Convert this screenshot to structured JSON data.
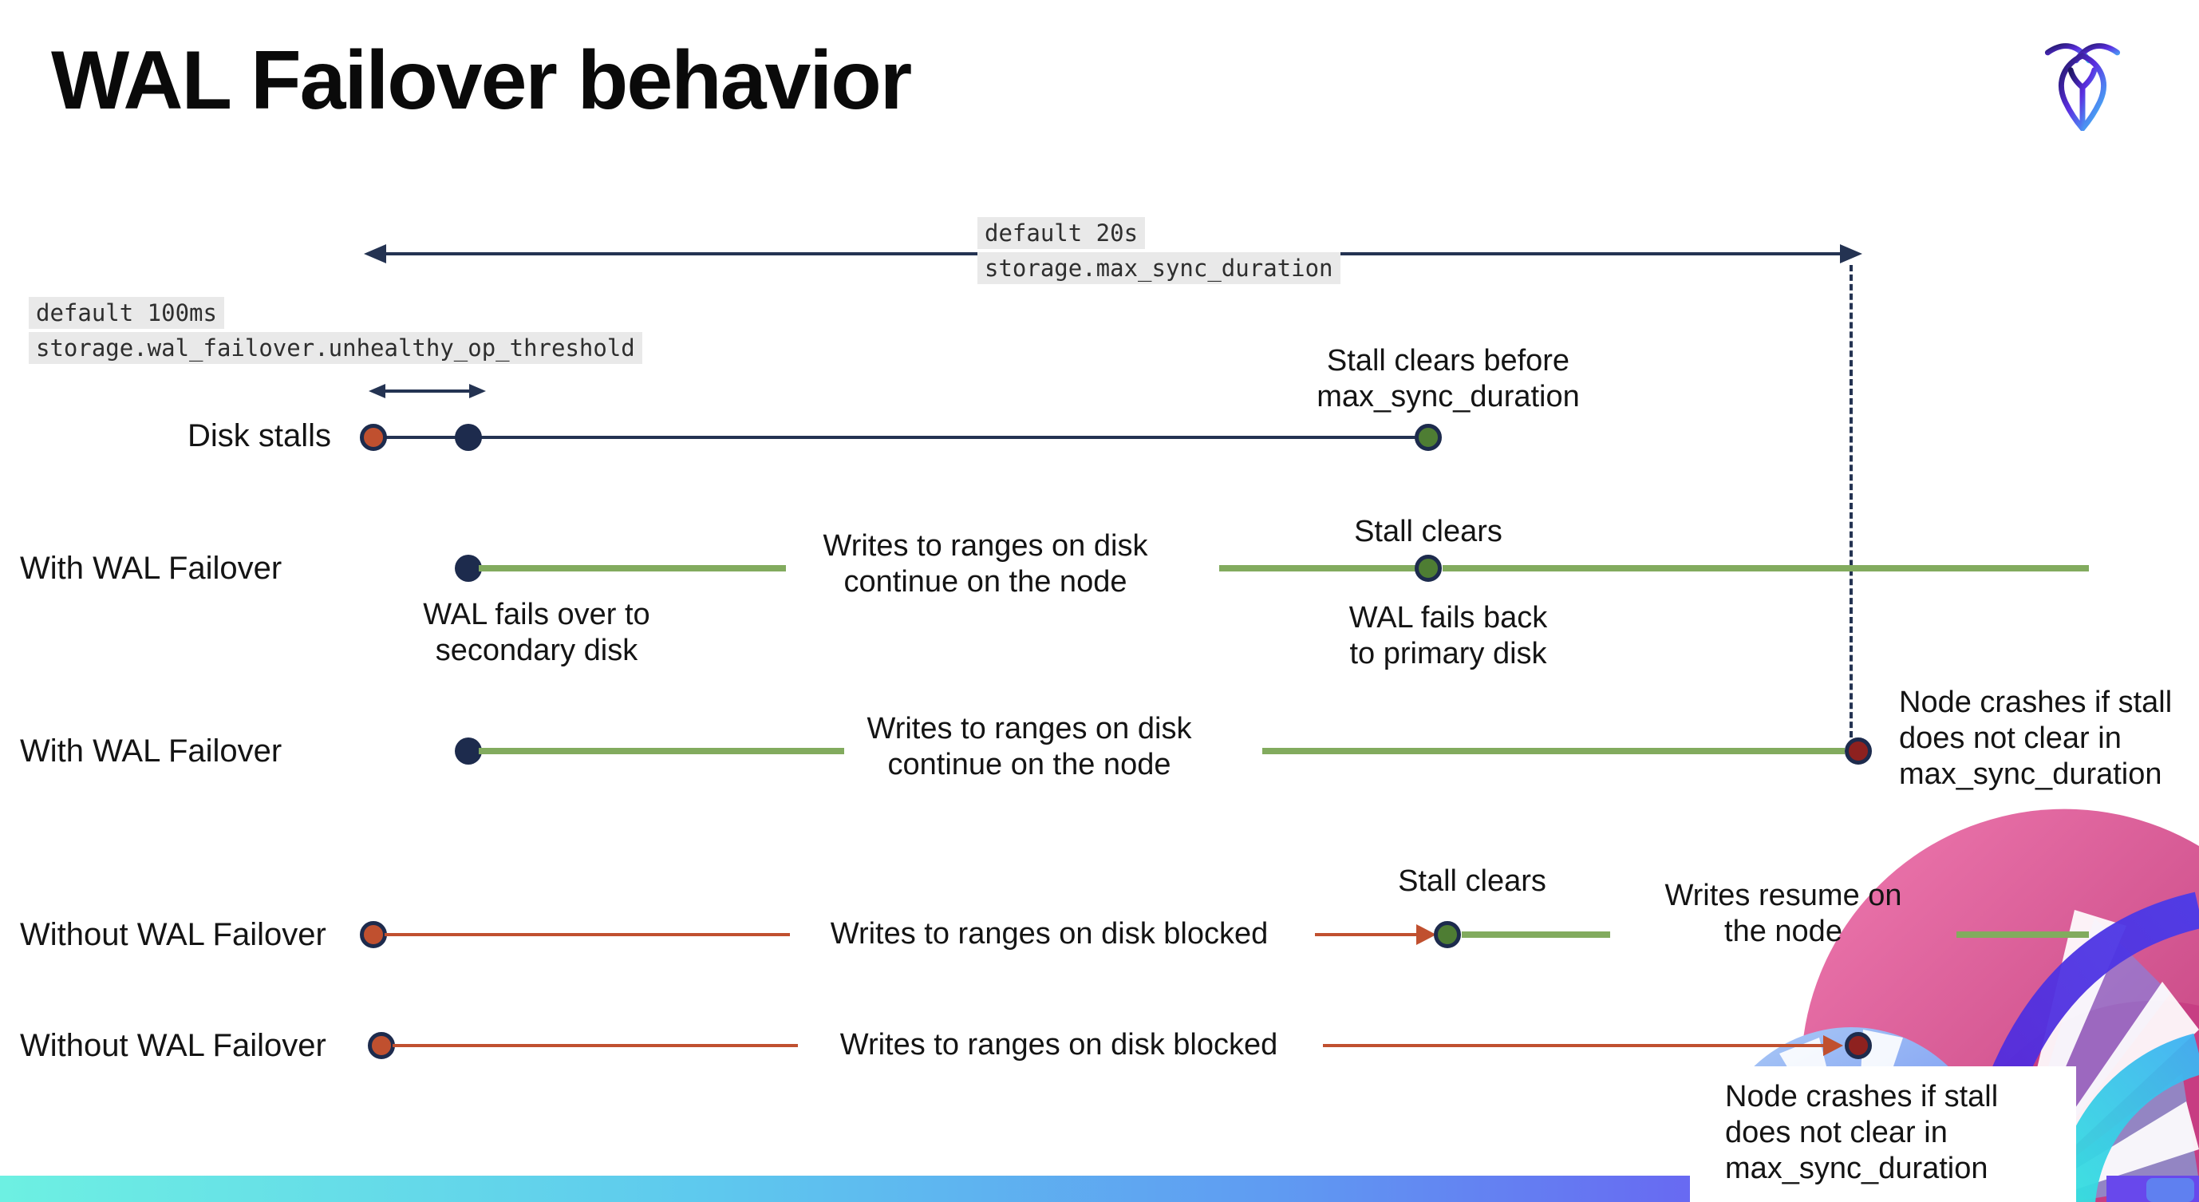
{
  "title": "WAL Failover behavior",
  "logo": "cockroachdb-mark",
  "settings_annotations": {
    "max_sync_duration": {
      "default": "default 20s",
      "setting": "storage.max_sync_duration"
    },
    "unhealthy_op_threshold": {
      "default": "default 100ms",
      "setting": "storage.wal_failover.unhealthy_op_threshold"
    }
  },
  "rows": [
    {
      "label": "Disk stalls",
      "events": {
        "stall_clears": "Stall clears before\nmax_sync_duration"
      }
    },
    {
      "label": "With WAL Failover",
      "events": {
        "fails_over": "WAL fails over to\nsecondary disk",
        "writes_continue": "Writes to ranges on disk\ncontinue on the node",
        "stall_clears": "Stall clears",
        "fails_back": "WAL fails  back\nto primary disk"
      }
    },
    {
      "label": "With WAL Failover",
      "events": {
        "writes_continue": "Writes to ranges on disk\ncontinue on the node",
        "node_crashes": "Node crashes if stall\ndoes not clear in\nmax_sync_duration"
      }
    },
    {
      "label": "Without WAL Failover",
      "events": {
        "writes_blocked": "Writes to ranges on disk  blocked",
        "stall_clears": "Stall clears",
        "writes_resume": "Writes resume on\nthe node"
      }
    },
    {
      "label": "Without WAL Failover",
      "events": {
        "writes_blocked": "Writes to ranges on disk  blocked",
        "node_crashes": "Node crashes if stall\ndoes not clear in\nmax_sync_duration"
      }
    }
  ],
  "colors": {
    "navy": "#243352",
    "dot_navy": "#1d2b4d",
    "red": "#c0502f",
    "dark_red": "#8e211f",
    "green_line": "#82ab5e",
    "green_dot": "#4e7d33",
    "code_chip_bg": "#e9e9e9",
    "bar_gradient": [
      "#6df0e2",
      "#5ec9ee",
      "#5f9bf2",
      "#6d4df0"
    ]
  }
}
